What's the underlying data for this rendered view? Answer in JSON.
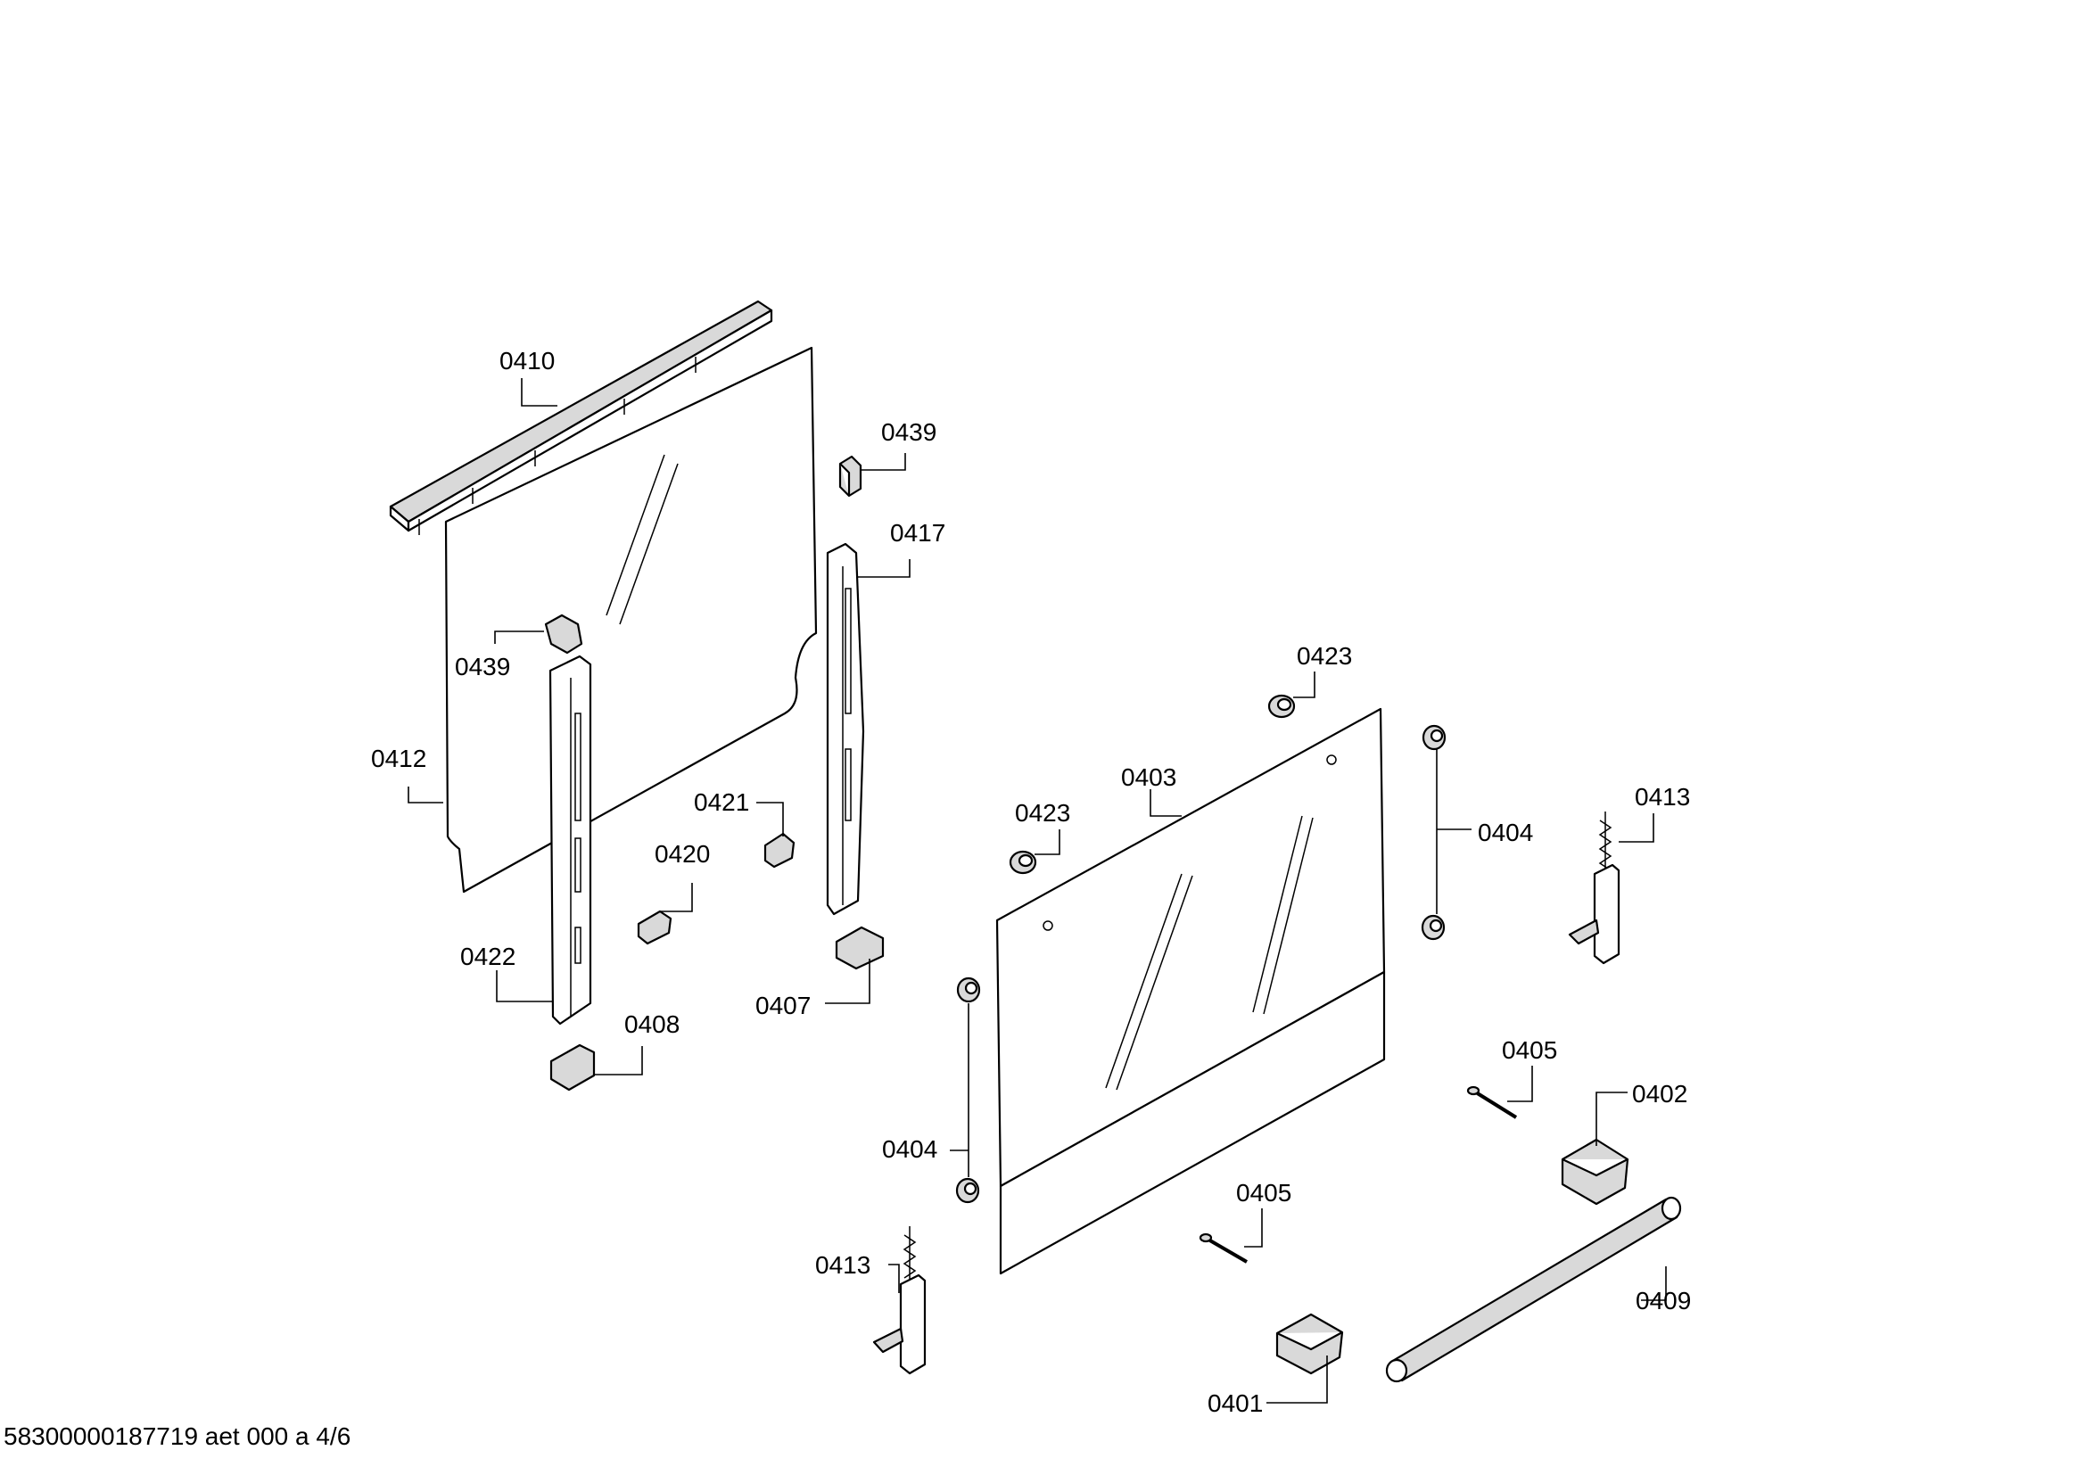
{
  "diagram": {
    "callouts": [
      {
        "id": "c0410",
        "text": "0410"
      },
      {
        "id": "c0439a",
        "text": "0439"
      },
      {
        "id": "c0439b",
        "text": "0439"
      },
      {
        "id": "c0417",
        "text": "0417"
      },
      {
        "id": "c0412",
        "text": "0412"
      },
      {
        "id": "c0421",
        "text": "0421"
      },
      {
        "id": "c0420",
        "text": "0420"
      },
      {
        "id": "c0422",
        "text": "0422"
      },
      {
        "id": "c0408",
        "text": "0408"
      },
      {
        "id": "c0407",
        "text": "0407"
      },
      {
        "id": "c0423a",
        "text": "0423"
      },
      {
        "id": "c0423b",
        "text": "0423"
      },
      {
        "id": "c0403",
        "text": "0403"
      },
      {
        "id": "c0404a",
        "text": "0404"
      },
      {
        "id": "c0404b",
        "text": "0404"
      },
      {
        "id": "c0413a",
        "text": "0413"
      },
      {
        "id": "c0413b",
        "text": "0413"
      },
      {
        "id": "c0405a",
        "text": "0405"
      },
      {
        "id": "c0405b",
        "text": "0405"
      },
      {
        "id": "c0402",
        "text": "0402"
      },
      {
        "id": "c0409",
        "text": "0409"
      },
      {
        "id": "c0401",
        "text": "0401"
      }
    ]
  },
  "footer": {
    "text": "58300000187719 aet 000 a 4/6"
  }
}
